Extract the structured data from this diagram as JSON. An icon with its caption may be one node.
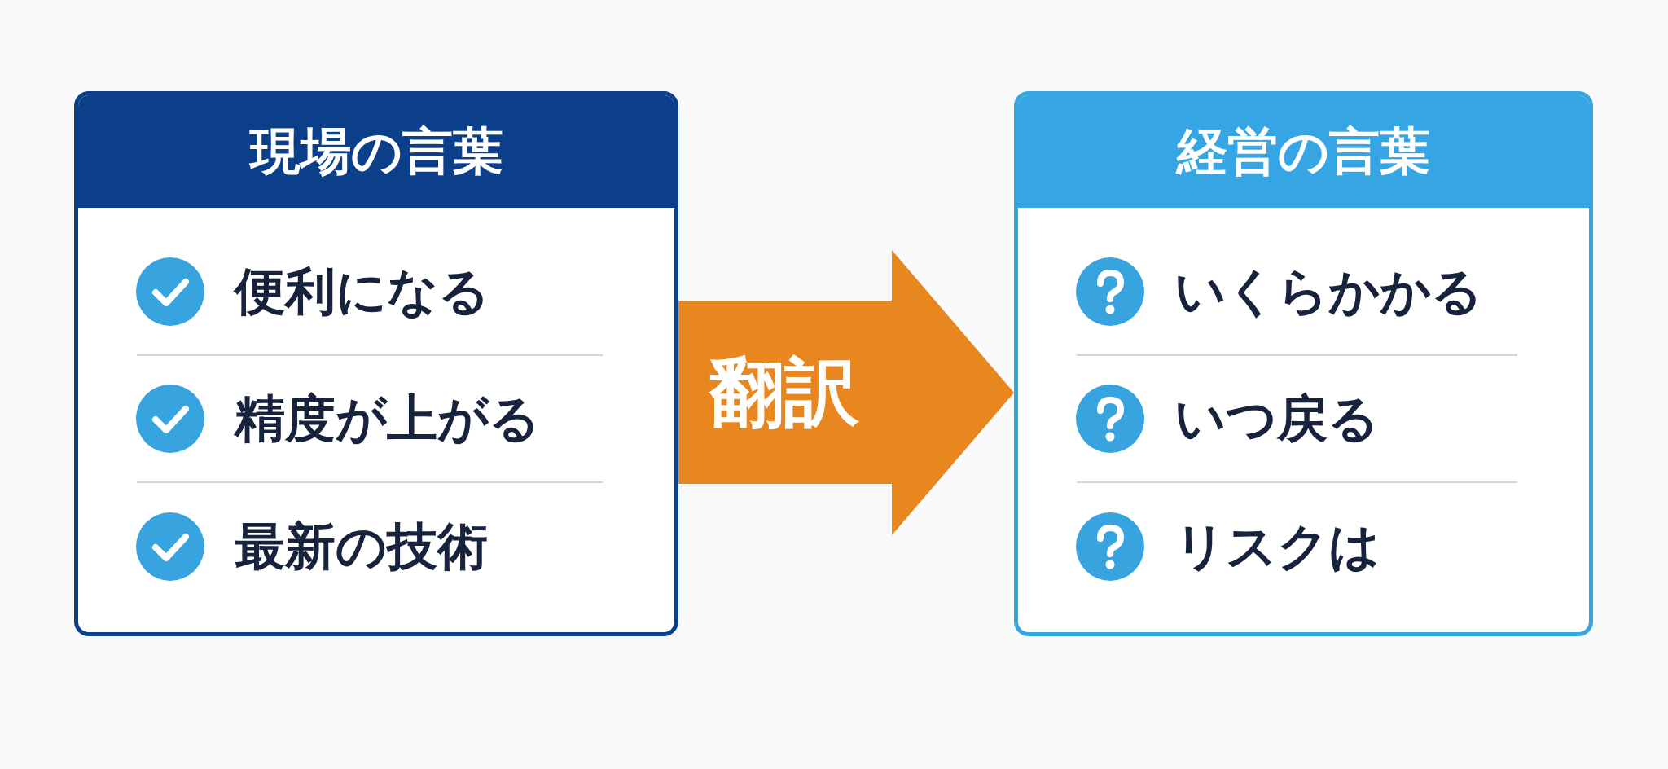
{
  "diagram": {
    "nodes": [
      {
        "text": [
          "現場の言葉",
          "便利になる",
          "精度が上がる",
          "最新の技術"
        ]
      },
      {
        "text": [
          "経営の言葉",
          "いくらかかる",
          "いつ戻る",
          "リスクは"
        ]
      }
    ],
    "edges": [
      {
        "from": 0,
        "to": 1,
        "arrow": "to",
        "label": "翻訳"
      }
    ]
  }
}
